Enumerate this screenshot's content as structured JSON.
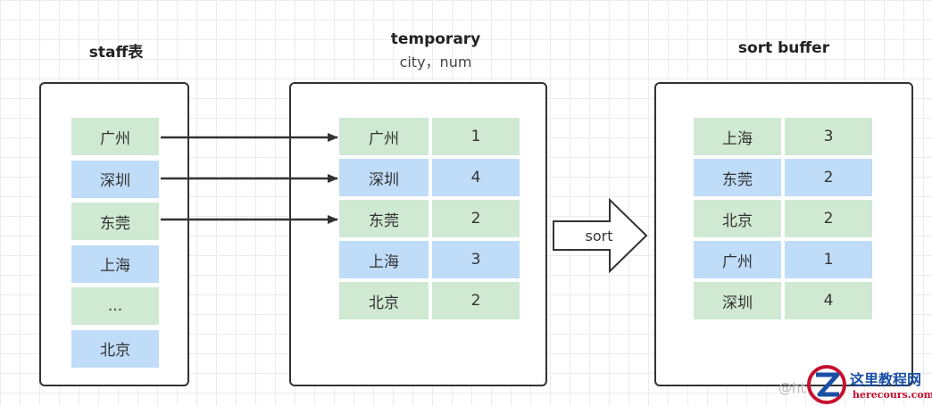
{
  "titles": {
    "staff": "staff表",
    "temporary": "temporary",
    "temporary_fields": "city，num",
    "sort_buffer": "sort buffer"
  },
  "staff_rows": [
    {
      "city": "广州",
      "color": "green"
    },
    {
      "city": "深圳",
      "color": "blue"
    },
    {
      "city": "东莞",
      "color": "green"
    },
    {
      "city": "上海",
      "color": "blue"
    },
    {
      "city": "...",
      "color": "green"
    },
    {
      "city": "北京",
      "color": "blue"
    }
  ],
  "temporary_rows": [
    {
      "city": "广州",
      "num": "1",
      "color": "green"
    },
    {
      "city": "深圳",
      "num": "4",
      "color": "blue"
    },
    {
      "city": "东莞",
      "num": "2",
      "color": "green"
    },
    {
      "city": "上海",
      "num": "3",
      "color": "blue"
    },
    {
      "city": "北京",
      "num": "2",
      "color": "green"
    }
  ],
  "sort_buffer_rows": [
    {
      "city": "上海",
      "num": "3",
      "color": "green"
    },
    {
      "city": "东莞",
      "num": "2",
      "color": "blue"
    },
    {
      "city": "北京",
      "num": "2",
      "color": "green"
    },
    {
      "city": "广州",
      "num": "1",
      "color": "blue"
    },
    {
      "city": "深圳",
      "num": "4",
      "color": "green"
    }
  ],
  "sort_label": "sort",
  "watermark": {
    "brand": "这里教程网",
    "domain": "herecours.com",
    "handle": "@ht"
  },
  "colors": {
    "green": "#cfe9d2",
    "blue": "#bfdcf8",
    "border": "#333333",
    "logo_red": "#c8102e",
    "logo_blue": "#1a4fa3"
  }
}
